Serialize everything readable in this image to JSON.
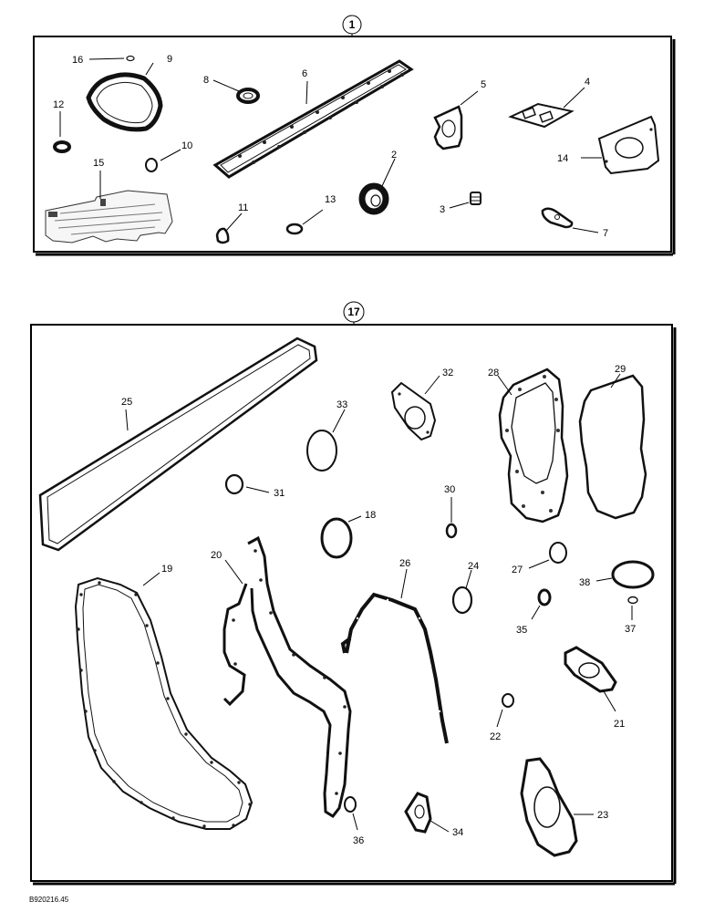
{
  "doc_code": "B920216.45",
  "kits": [
    {
      "id": "kit-1",
      "number": "1"
    },
    {
      "id": "kit-17",
      "number": "17"
    }
  ],
  "callouts": {
    "c16": "16",
    "c9": "9",
    "c8": "8",
    "c6": "6",
    "c5": "5",
    "c4": "4",
    "c12": "12",
    "c10": "10",
    "c15": "15",
    "c2": "2",
    "c14": "14",
    "c11": "11",
    "c13": "13",
    "c3": "3",
    "c7": "7",
    "c25": "25",
    "c33": "33",
    "c32": "32",
    "c28": "28",
    "c29": "29",
    "c31": "31",
    "c30": "30",
    "c18": "18",
    "c20": "20",
    "c19": "19",
    "c26": "26",
    "c24": "24",
    "c27": "27",
    "c38": "38",
    "c35": "35",
    "c37": "37",
    "c21": "21",
    "c22": "22",
    "c36": "36",
    "c34": "34",
    "c23": "23"
  }
}
